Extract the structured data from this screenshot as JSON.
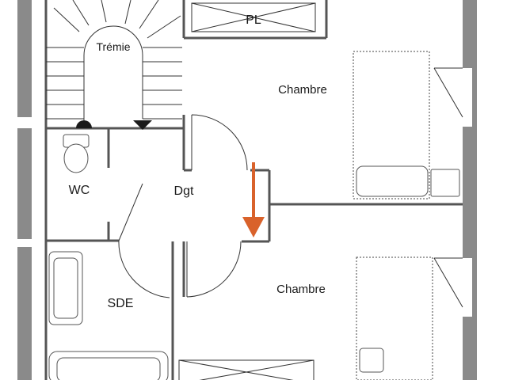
{
  "rooms": {
    "tremie": "Trémie",
    "placard_top": "PL",
    "chambre_top": "Chambre",
    "wc": "WC",
    "degagement": "Dgt",
    "sde": "SDE",
    "chambre_bottom": "Chambre"
  },
  "colors": {
    "wall": "#8a8a8a",
    "line": "#333333",
    "arrow": "#d9622b"
  }
}
